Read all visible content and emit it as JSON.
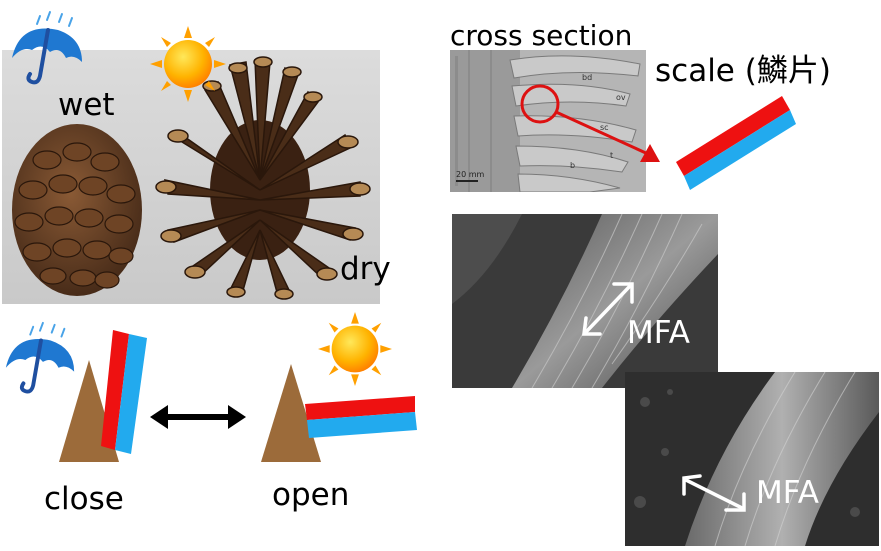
{
  "labels": {
    "wet": "wet",
    "dry": "dry",
    "cross_section": "cross section",
    "scale": "scale (鱗片)",
    "close": "close",
    "open": "open",
    "mfa_1": "MFA",
    "mfa_2": "MFA"
  },
  "micrograph": {
    "scale_bar": "20 mm",
    "marks": [
      "bd",
      "ov",
      "sc",
      "t",
      "b"
    ]
  },
  "colors": {
    "layer_top": "#ee1111",
    "layer_bottom": "#22aaee",
    "cone_triangle": "#9c6b3a",
    "annotation": "#dd1111",
    "umbrella": "#1f78d1",
    "sun": "#ffb300"
  },
  "icons": [
    "umbrella-rain-icon",
    "sun-icon"
  ]
}
